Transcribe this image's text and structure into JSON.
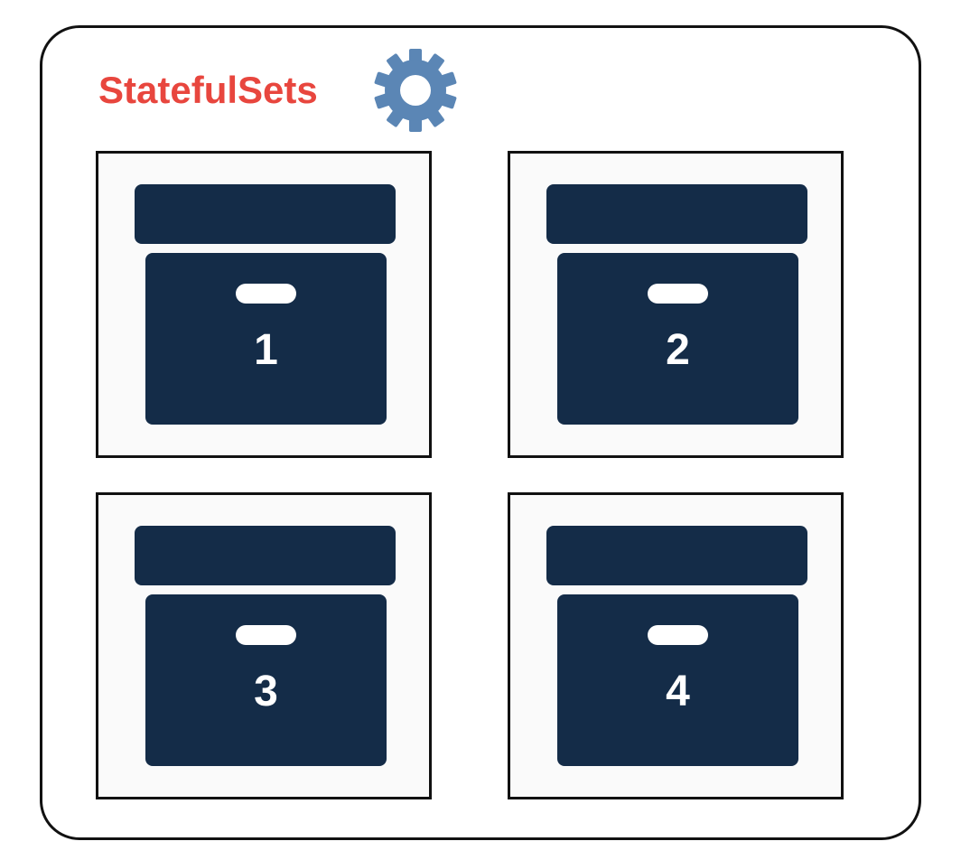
{
  "diagram": {
    "title": "StatefulSets",
    "title_icon": "gear-icon",
    "colors": {
      "title": "#e8463e",
      "gear": "#5b86b5",
      "box": "#142c48",
      "border": "#111111"
    },
    "pods": [
      {
        "label": "1"
      },
      {
        "label": "2"
      },
      {
        "label": "3"
      },
      {
        "label": "4"
      }
    ]
  }
}
